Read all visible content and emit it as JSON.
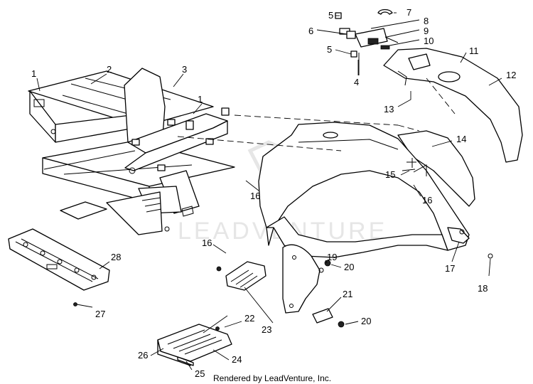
{
  "diagram": {
    "callouts": [
      {
        "id": "c1a",
        "label": "1"
      },
      {
        "id": "c1b",
        "label": "1"
      },
      {
        "id": "c2",
        "label": "2"
      },
      {
        "id": "c3",
        "label": "3"
      },
      {
        "id": "c4",
        "label": "4"
      },
      {
        "id": "c5a",
        "label": "5"
      },
      {
        "id": "c5b",
        "label": "5"
      },
      {
        "id": "c6",
        "label": "6"
      },
      {
        "id": "c7",
        "label": "7"
      },
      {
        "id": "c8",
        "label": "8"
      },
      {
        "id": "c9",
        "label": "9"
      },
      {
        "id": "c10",
        "label": "10"
      },
      {
        "id": "c11",
        "label": "11"
      },
      {
        "id": "c12",
        "label": "12"
      },
      {
        "id": "c13",
        "label": "13"
      },
      {
        "id": "c14",
        "label": "14"
      },
      {
        "id": "c15",
        "label": "15"
      },
      {
        "id": "c16a",
        "label": "16"
      },
      {
        "id": "c16b",
        "label": "16"
      },
      {
        "id": "c16c",
        "label": "16"
      },
      {
        "id": "c17",
        "label": "17"
      },
      {
        "id": "c18",
        "label": "18"
      },
      {
        "id": "c19",
        "label": "19"
      },
      {
        "id": "c20a",
        "label": "20"
      },
      {
        "id": "c20b",
        "label": "20"
      },
      {
        "id": "c21",
        "label": "21"
      },
      {
        "id": "c22",
        "label": "22"
      },
      {
        "id": "c23",
        "label": "23"
      },
      {
        "id": "c24",
        "label": "24"
      },
      {
        "id": "c25",
        "label": "25"
      },
      {
        "id": "c26",
        "label": "26"
      },
      {
        "id": "c27",
        "label": "27"
      },
      {
        "id": "c28",
        "label": "28"
      }
    ],
    "watermark": "LEADVENTURE",
    "credit": "Rendered by LeadVenture, Inc."
  }
}
